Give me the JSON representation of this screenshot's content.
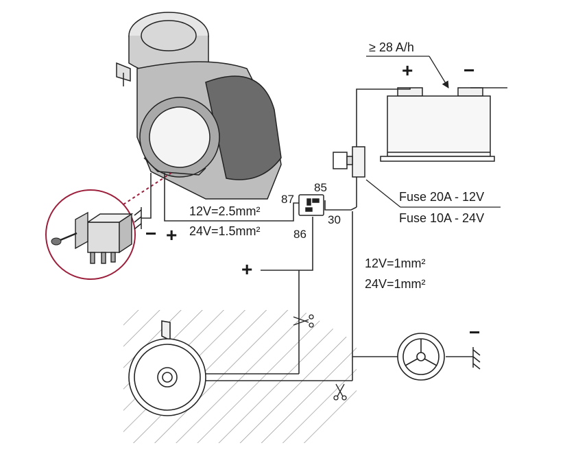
{
  "battery": {
    "capacity_label": "≥ 28 A/h",
    "plus": "+",
    "minus": "−"
  },
  "fuse": {
    "line1": "Fuse 20A - 12V",
    "line2": "Fuse 10A - 24V"
  },
  "relay": {
    "pin_87": "87",
    "pin_85": "85",
    "pin_30": "30",
    "pin_86": "86"
  },
  "horn_wiring": {
    "line1": "12V=2.5mm²",
    "line2": "24V=1.5mm²",
    "minus": "−",
    "plus": "+"
  },
  "switch_wiring": {
    "line1": "12V=1mm²",
    "line2": "24V=1mm²"
  },
  "labels": {
    "positive_feed": "+",
    "steering_ground": "−"
  },
  "colors": {
    "wire": "#2b2b2b",
    "callout": "#9c1f3c",
    "hatch": "#555555"
  }
}
